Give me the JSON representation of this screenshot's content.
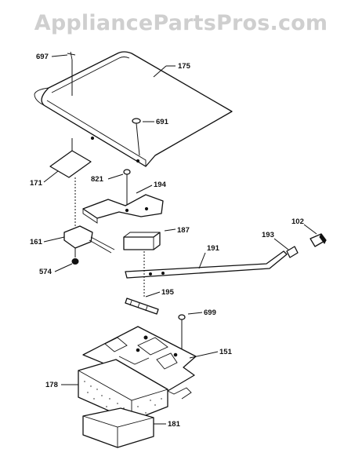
{
  "watermark": "AppliancePartsPros.com",
  "callouts": {
    "c697": "697",
    "c175": "175",
    "c691": "691",
    "c171": "171",
    "c821": "821",
    "c194": "194",
    "c161a": "161",
    "c187": "187",
    "c193": "193",
    "c102": "102",
    "c191": "191",
    "c574": "574",
    "c195": "195",
    "c699": "699",
    "c151": "151",
    "c178": "178",
    "c181": "181"
  }
}
